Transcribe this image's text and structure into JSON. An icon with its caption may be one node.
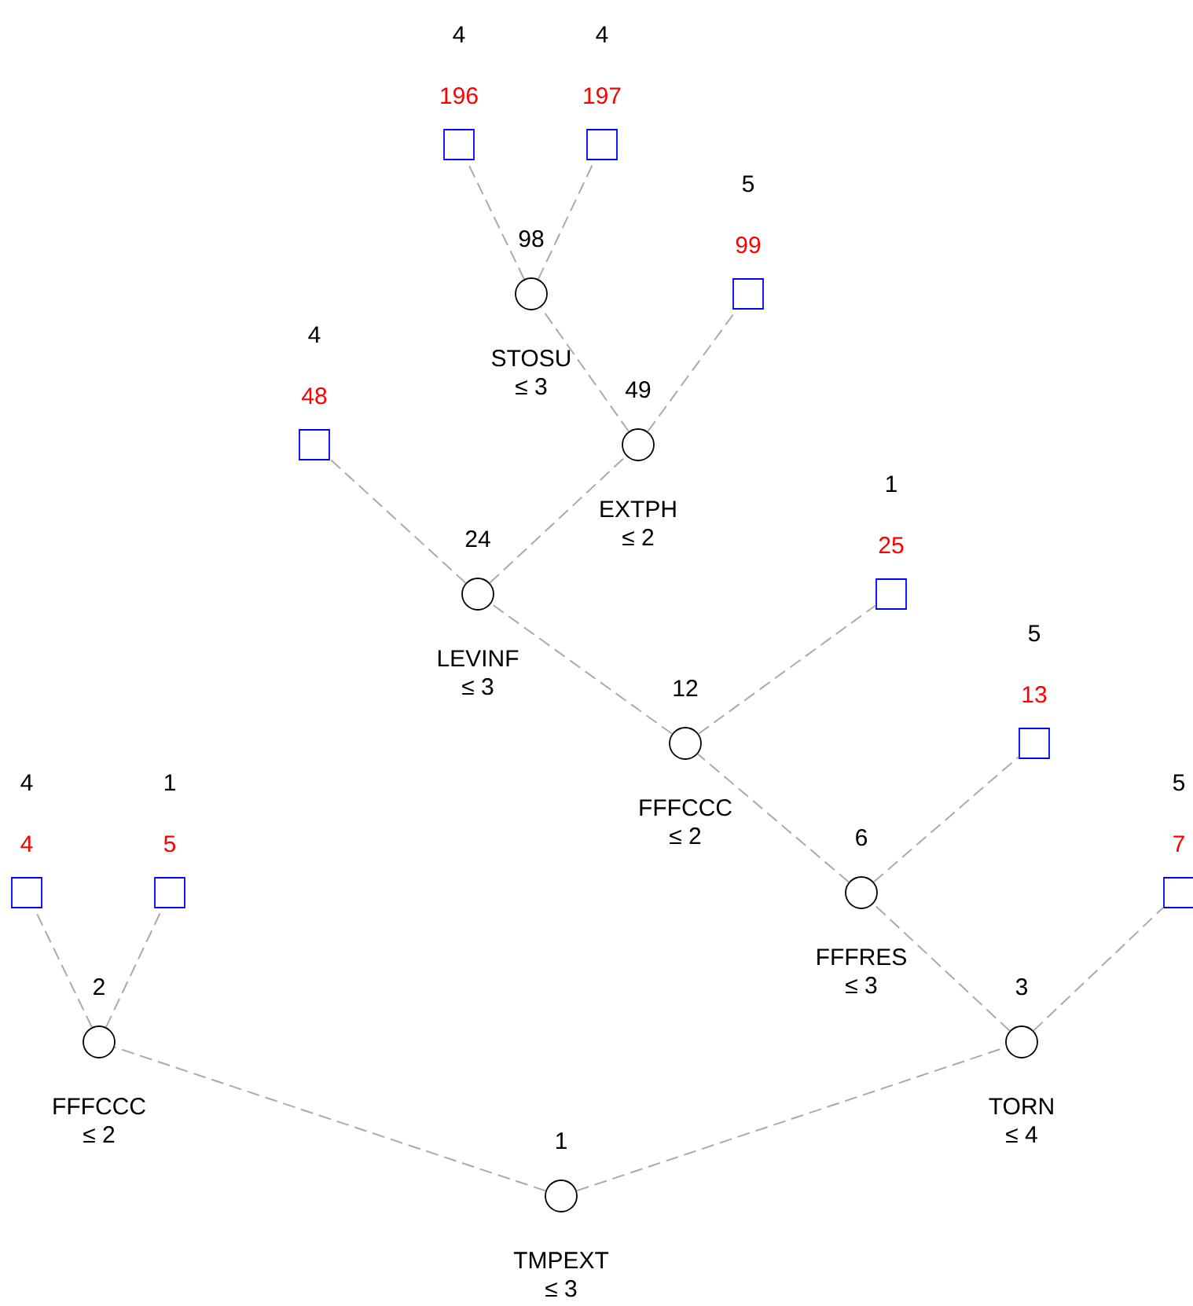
{
  "diagram": {
    "nodes": [
      {
        "text": [
          "1",
          "TMPEXT",
          "≤ 3"
        ]
      },
      {
        "text": [
          "2",
          "FFFCCC",
          "≤ 2"
        ]
      },
      {
        "text": [
          "4",
          "4"
        ]
      },
      {
        "text": [
          "1",
          "5"
        ]
      },
      {
        "text": [
          "3",
          "TORN",
          "≤ 4"
        ]
      },
      {
        "text": [
          "6",
          "FFFRES",
          "≤ 3"
        ]
      },
      {
        "text": [
          "5",
          "7"
        ]
      },
      {
        "text": [
          "12",
          "FFFCCC",
          "≤ 2"
        ]
      },
      {
        "text": [
          "5",
          "13"
        ]
      },
      {
        "text": [
          "24",
          "LEVINF",
          "≤ 3"
        ]
      },
      {
        "text": [
          "4",
          "48"
        ]
      },
      {
        "text": [
          "1",
          "25"
        ]
      },
      {
        "text": [
          "49",
          "EXTPH",
          "≤ 2"
        ]
      },
      {
        "text": [
          "98",
          "STOSU",
          "≤ 3"
        ]
      },
      {
        "text": [
          "5",
          "99"
        ]
      },
      {
        "text": [
          "4",
          "196"
        ]
      },
      {
        "text": [
          "4",
          "197"
        ]
      }
    ],
    "edges": [
      {
        "from": 0,
        "to": 1,
        "arrow": "none",
        "style": "dashed"
      },
      {
        "from": 1,
        "to": 2,
        "arrow": "none",
        "style": "dashed"
      },
      {
        "from": 1,
        "to": 3,
        "arrow": "none",
        "style": "dashed"
      },
      {
        "from": 0,
        "to": 4,
        "arrow": "none",
        "style": "dashed"
      },
      {
        "from": 4,
        "to": 5,
        "arrow": "none",
        "style": "dashed"
      },
      {
        "from": 4,
        "to": 6,
        "arrow": "none",
        "style": "dashed"
      },
      {
        "from": 5,
        "to": 7,
        "arrow": "none",
        "style": "dashed"
      },
      {
        "from": 5,
        "to": 8,
        "arrow": "none",
        "style": "dashed"
      },
      {
        "from": 7,
        "to": 9,
        "arrow": "none",
        "style": "dashed"
      },
      {
        "from": 7,
        "to": 11,
        "arrow": "none",
        "style": "dashed"
      },
      {
        "from": 9,
        "to": 10,
        "arrow": "none",
        "style": "dashed"
      },
      {
        "from": 9,
        "to": 12,
        "arrow": "none",
        "style": "dashed"
      },
      {
        "from": 12,
        "to": 13,
        "arrow": "none",
        "style": "dashed"
      },
      {
        "from": 12,
        "to": 14,
        "arrow": "none",
        "style": "dashed"
      },
      {
        "from": 13,
        "to": 15,
        "arrow": "none",
        "style": "dashed"
      },
      {
        "from": 13,
        "to": 16,
        "arrow": "none",
        "style": "dashed"
      }
    ]
  }
}
